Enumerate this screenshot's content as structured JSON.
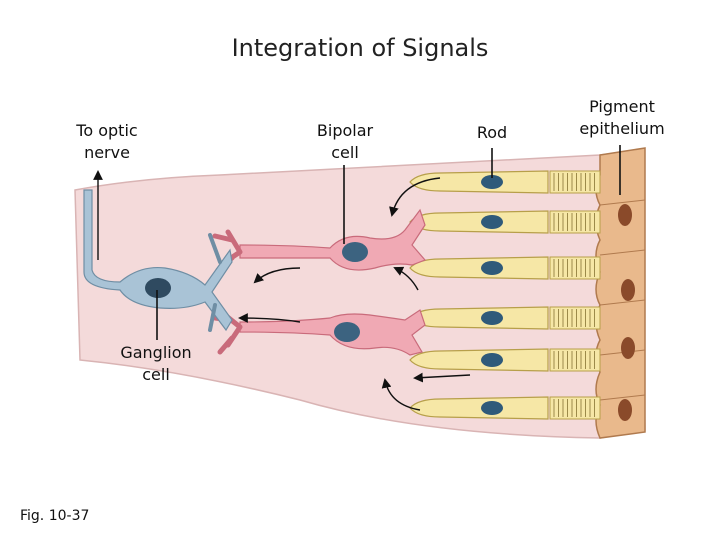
{
  "title": "Integration of Signals",
  "labels": {
    "optic_nerve": "To optic\nnerve",
    "bipolar": "Bipolar\ncell",
    "rod": "Rod",
    "pigment": "Pigment\nepithelium",
    "ganglion": "Ganglion\ncell"
  },
  "figure_ref": "Fig. 10-37",
  "colors": {
    "tissue": "#f4dada",
    "tissue_edge": "#d9b4b4",
    "epithelium": "#e9b98c",
    "epithelium_edge": "#b07a4e",
    "rod_body": "#f6e7a6",
    "rod_edge": "#b79f4a",
    "rod_nucleus": "#2f5a7a",
    "bipolar_cell": "#f0a9b4",
    "ganglion_cell": "#a9c3d6",
    "epi_nucleus": "#8a4a2a"
  }
}
